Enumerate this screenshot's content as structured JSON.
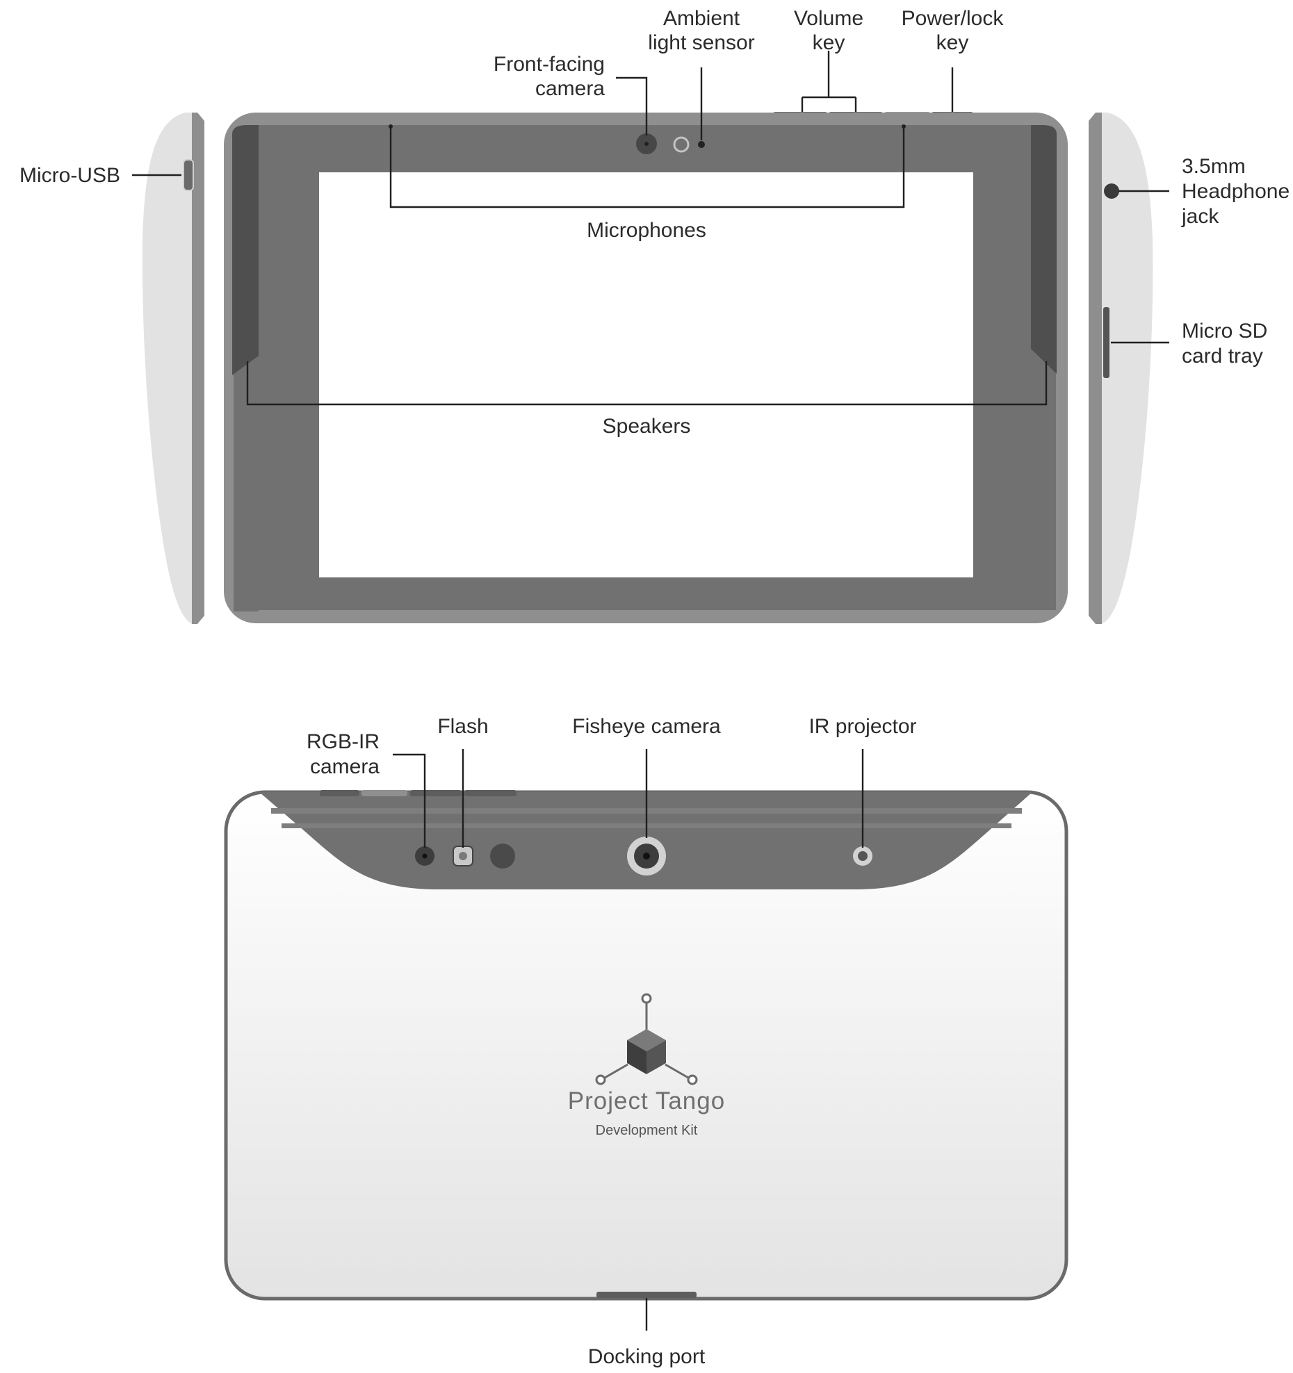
{
  "front_view": {
    "labels": {
      "micro_usb": "Micro-USB",
      "front_camera_line1": "Front-facing",
      "front_camera_line2": "camera",
      "ambient_line1": "Ambient",
      "ambient_line2": "light sensor",
      "volume_line1": "Volume",
      "volume_line2": "key",
      "power_line1": "Power/lock",
      "power_line2": "key",
      "headphone_line1": "3.5mm",
      "headphone_line2": "Headphone",
      "headphone_line3": "jack",
      "microsd_line1": "Micro SD",
      "microsd_line2": "card tray",
      "microphones": "Microphones",
      "speakers": "Speakers"
    }
  },
  "back_view": {
    "labels": {
      "rgbir_line1": "RGB-IR",
      "rgbir_line2": "camera",
      "flash": "Flash",
      "fisheye": "Fisheye camera",
      "ir_projector": "IR projector",
      "docking_port": "Docking port"
    },
    "brand": {
      "name": "Project Tango",
      "subtitle": "Development Kit"
    }
  },
  "colors": {
    "bezel": "#717171",
    "bezel_outer": "#8f8f8f",
    "speaker_grille": "#4f4f4f",
    "side_light": "#e2e2e2",
    "side_dark": "#8e8e8e",
    "leader_line": "#1f1f1f"
  }
}
